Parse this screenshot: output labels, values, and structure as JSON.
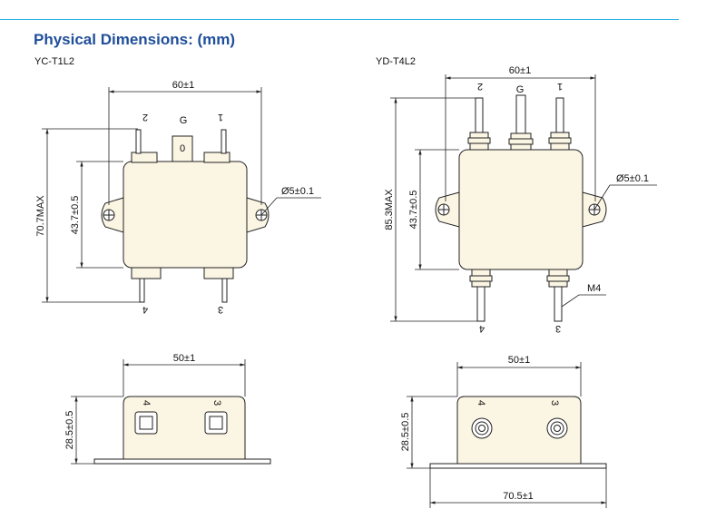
{
  "page": {
    "title": "Physical Dimensions: (mm)",
    "accent_color": "#29b6e6",
    "title_color": "#1f4e9a"
  },
  "left_top": {
    "model": "YC-T1L2",
    "width_dim": "60±1",
    "height_max": "70.7MAX",
    "hole_spacing": "43.7±0.5",
    "hole_dia": "Ø5±0.1",
    "pin_top_left": "2",
    "pin_top_center": "G",
    "pin_top_right": "1",
    "ground_tab": "0",
    "pin_bottom_left": "4",
    "pin_bottom_right": "3"
  },
  "right_top": {
    "model": "YD-T4L2",
    "width_dim": "60±1",
    "height_max": "85.3MAX",
    "hole_spacing": "43.7±0.5",
    "hole_dia": "Ø5±0.1",
    "pin_top_left": "2",
    "pin_top_center": "G",
    "pin_top_right": "1",
    "pin_bottom_left": "4",
    "pin_bottom_right": "3",
    "thread": "M4"
  },
  "left_bottom": {
    "width_dim": "50±1",
    "height_dim": "28.5±0.5",
    "pin_left": "4",
    "pin_right": "3"
  },
  "right_bottom": {
    "width_dim": "50±1",
    "height_dim": "28.5±0.5",
    "base_width": "70.5±1",
    "pin_left": "4",
    "pin_right": "3"
  }
}
